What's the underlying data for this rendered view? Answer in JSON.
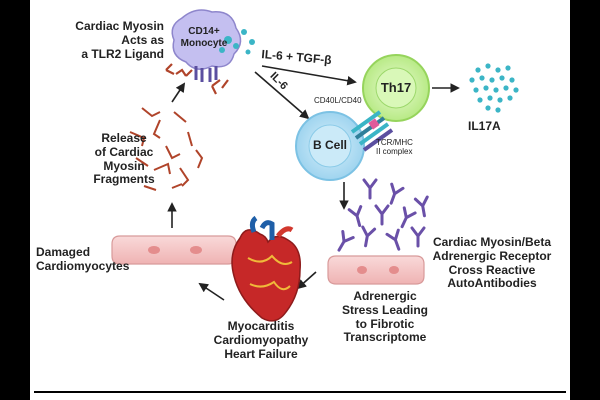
{
  "labels": {
    "myosin_ligand": "Cardiac Myosin\nActs as\na TLR2 Ligand",
    "monocyte": "CD14+\nMonocyte",
    "il6_tgfb": "IL-6 + TGF-β",
    "il6": "IL-6",
    "th17": "Th17",
    "il17a": "IL17A",
    "bcell": "B Cell",
    "cd40": "CD40L/CD40",
    "tcr": "TCR/MHC\nII complex",
    "release": "Release\nof Cardiac\nMyosin\nFragments",
    "damaged": "Damaged\nCardiomyocytes",
    "autoab": "Cardiac Myosin/Beta\nAdrenergic Receptor\nCross Reactive\nAutoAntibodies",
    "adrenergic": "Adrenergic\nStress Leading\nto Fibrotic\nTranscriptome",
    "outcome": "Myocarditis\nCardiomyopathy\nHeart Failure"
  },
  "colors": {
    "monocyte": "#b3aee8",
    "th17": "#c9f29a",
    "bcell": "#a9dcf4",
    "cardiomyocyte": "#f6c6c6",
    "fragment": "#b0442a",
    "antibody": "#6a50a8",
    "teal": "#3bb5c6",
    "heart": "#c62828"
  },
  "icons": [
    "monocyte-cell-icon",
    "th17-cell-icon",
    "b-cell-icon",
    "il17a-cytokine-icon",
    "heart-icon",
    "cardiomyocyte-icon",
    "antibody-icon",
    "myosin-fragment-icon"
  ]
}
